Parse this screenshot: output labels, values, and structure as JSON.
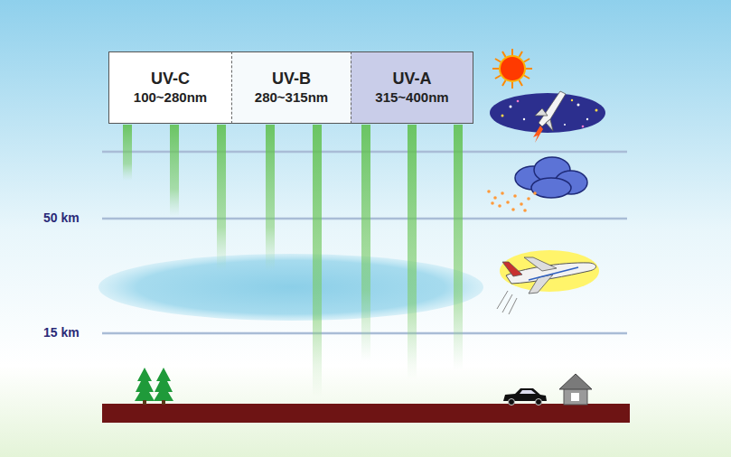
{
  "diagram": {
    "nodes": [
      {
        "text": [
          "UV-C",
          "100~280nm"
        ]
      },
      {
        "text": [
          "UV-B",
          "280~315nm"
        ]
      },
      {
        "text": [
          "UV-A",
          "315~400nm"
        ]
      }
    ],
    "labels": [
      "50 km",
      "15 km"
    ]
  }
}
